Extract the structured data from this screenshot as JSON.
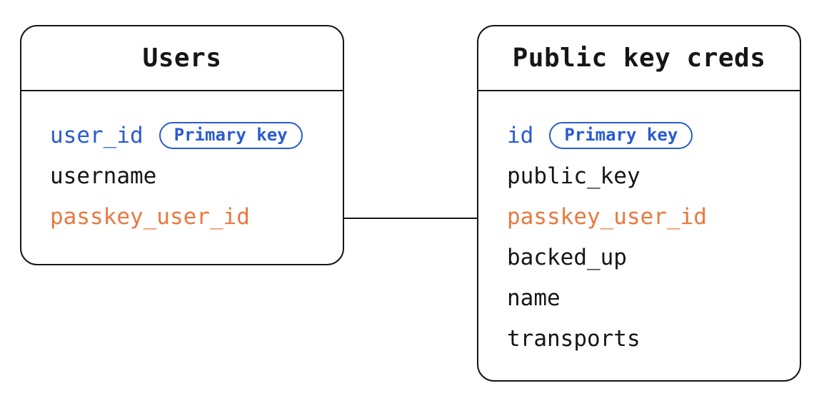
{
  "colors": {
    "accent_blue": "#2a5bd1",
    "accent_orange": "#e8793f",
    "ink": "#161616",
    "background": "#ffffff"
  },
  "tables": [
    {
      "title": "Users",
      "fields": [
        {
          "name": "user_id",
          "badge": "Primary key"
        },
        {
          "name": "username"
        },
        {
          "name": "passkey_user_id"
        }
      ]
    },
    {
      "title": "Public key creds",
      "fields": [
        {
          "name": "id",
          "badge": "Primary key"
        },
        {
          "name": "public_key"
        },
        {
          "name": "passkey_user_id"
        },
        {
          "name": "backed_up"
        },
        {
          "name": "name"
        },
        {
          "name": "transports"
        }
      ]
    }
  ],
  "relationship": {
    "from_table": "Users",
    "from_field": "passkey_user_id",
    "to_table": "Public key creds",
    "to_field": "passkey_user_id"
  }
}
